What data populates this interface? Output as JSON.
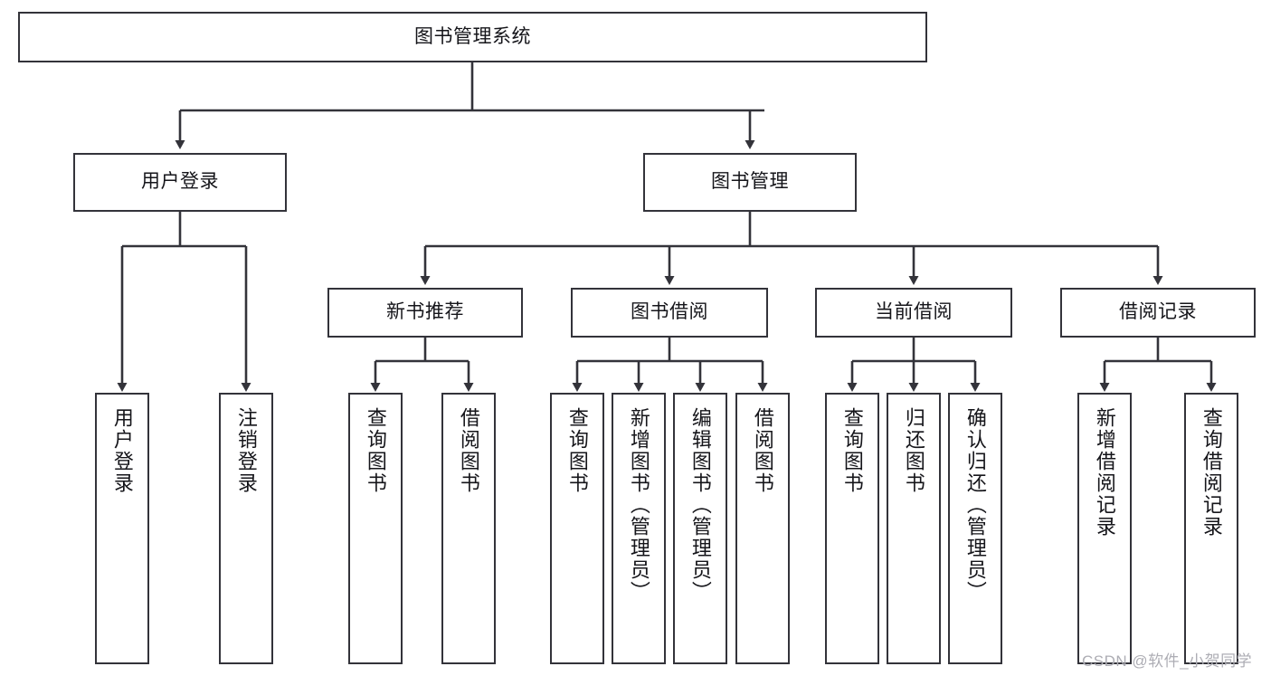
{
  "diagram": {
    "title": "图书管理系统",
    "type": "tree-hierarchy-chart",
    "root": {
      "id": "root",
      "label": "图书管理系统"
    },
    "level1": [
      {
        "id": "user-login",
        "label": "用户登录"
      },
      {
        "id": "book-management",
        "label": "图书管理"
      }
    ],
    "level2": [
      {
        "id": "new-book-recommend",
        "label": "新书推荐",
        "parent": "book-management"
      },
      {
        "id": "book-borrow",
        "label": "图书借阅",
        "parent": "book-management"
      },
      {
        "id": "current-borrow",
        "label": "当前借阅",
        "parent": "book-management"
      },
      {
        "id": "borrow-record",
        "label": "借阅记录",
        "parent": "book-management"
      }
    ],
    "leaves": [
      {
        "id": "leaf-user-login",
        "label": "用户登录",
        "parent": "user-login"
      },
      {
        "id": "leaf-logout-login",
        "label": "注销登录",
        "parent": "user-login"
      },
      {
        "id": "leaf-query-book-1",
        "label": "查询图书",
        "parent": "new-book-recommend"
      },
      {
        "id": "leaf-borrow-book-1",
        "label": "借阅图书",
        "parent": "new-book-recommend"
      },
      {
        "id": "leaf-query-book-2",
        "label": "查询图书",
        "parent": "book-borrow"
      },
      {
        "id": "leaf-add-book",
        "label": "新增图书（管理员）",
        "parent": "book-borrow"
      },
      {
        "id": "leaf-edit-book",
        "label": "编辑图书（管理员）",
        "parent": "book-borrow"
      },
      {
        "id": "leaf-borrow-book-2",
        "label": "借阅图书",
        "parent": "book-borrow"
      },
      {
        "id": "leaf-query-book-3",
        "label": "查询图书",
        "parent": "current-borrow"
      },
      {
        "id": "leaf-return-book",
        "label": "归还图书",
        "parent": "current-borrow"
      },
      {
        "id": "leaf-confirm-return",
        "label": "确认归还（管理员）",
        "parent": "current-borrow"
      },
      {
        "id": "leaf-add-record",
        "label": "新增借阅记录",
        "parent": "borrow-record"
      },
      {
        "id": "leaf-query-record",
        "label": "查询借阅记录",
        "parent": "borrow-record"
      }
    ],
    "colors": {
      "stroke": "#33333a",
      "fill": "#ffffff",
      "text": "#15151a",
      "watermark": "#adadb4"
    }
  },
  "watermark": {
    "text": "CSDN @软件_小贺同学"
  }
}
